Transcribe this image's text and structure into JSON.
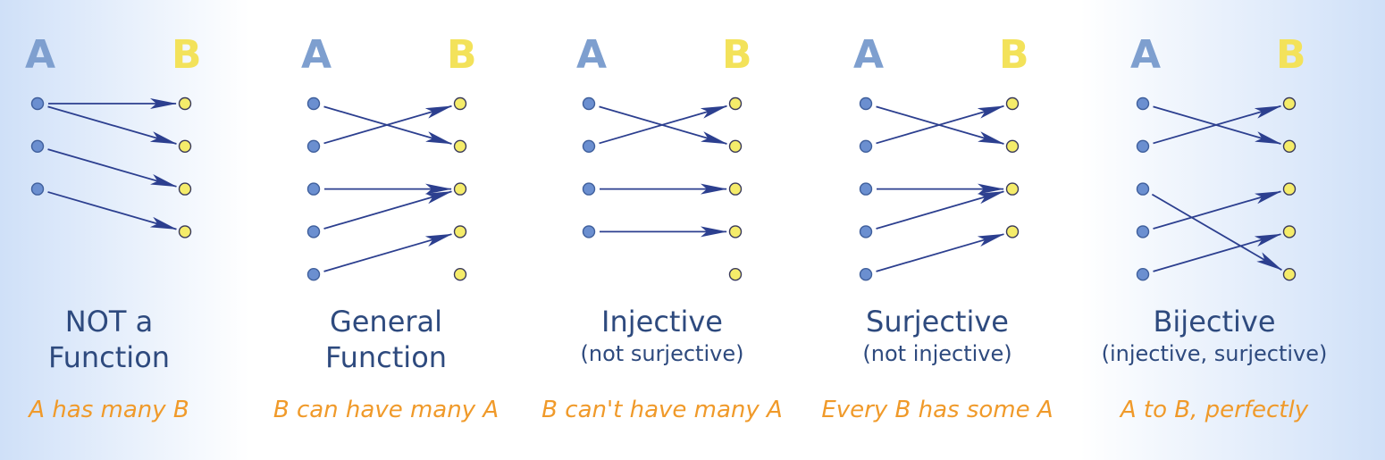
{
  "colors": {
    "a_letter": "#7e9fcf",
    "b_letter": "#f3e25a",
    "a_dot": "#6b8fd0",
    "b_dot": "#f5ec6a",
    "arrow": "#2c3f8f",
    "title": "#2e4a7e",
    "caption": "#f09a2a"
  },
  "panels": [
    {
      "a_label": "A",
      "b_label": "B",
      "title_lines": [
        "NOT a",
        "Function"
      ],
      "subtitle": "",
      "caption": "A has many B",
      "a_count": 3,
      "b_count": 4,
      "mappings": [
        [
          1,
          1
        ],
        [
          1,
          2
        ],
        [
          2,
          3
        ],
        [
          3,
          4
        ]
      ]
    },
    {
      "a_label": "A",
      "b_label": "B",
      "title_lines": [
        "General",
        "Function"
      ],
      "subtitle": "",
      "caption": "B can have many A",
      "a_count": 5,
      "b_count": 5,
      "mappings": [
        [
          1,
          2
        ],
        [
          2,
          1
        ],
        [
          3,
          3
        ],
        [
          4,
          3
        ],
        [
          5,
          4
        ]
      ]
    },
    {
      "a_label": "A",
      "b_label": "B",
      "title_lines": [
        "Injective"
      ],
      "subtitle": "(not surjective)",
      "caption": "B can't have many A",
      "a_count": 4,
      "b_count": 5,
      "mappings": [
        [
          1,
          2
        ],
        [
          2,
          1
        ],
        [
          3,
          3
        ],
        [
          4,
          4
        ]
      ]
    },
    {
      "a_label": "A",
      "b_label": "B",
      "title_lines": [
        "Surjective"
      ],
      "subtitle": "(not injective)",
      "caption": "Every B has some A",
      "a_count": 5,
      "b_count": 4,
      "mappings": [
        [
          1,
          2
        ],
        [
          2,
          1
        ],
        [
          3,
          3
        ],
        [
          4,
          3
        ],
        [
          5,
          4
        ]
      ]
    },
    {
      "a_label": "A",
      "b_label": "B",
      "title_lines": [
        "Bijective"
      ],
      "subtitle": "(injective, surjective)",
      "caption": "A to B, perfectly",
      "a_count": 5,
      "b_count": 5,
      "mappings": [
        [
          1,
          2
        ],
        [
          2,
          1
        ],
        [
          3,
          5
        ],
        [
          4,
          3
        ],
        [
          5,
          4
        ]
      ]
    }
  ]
}
